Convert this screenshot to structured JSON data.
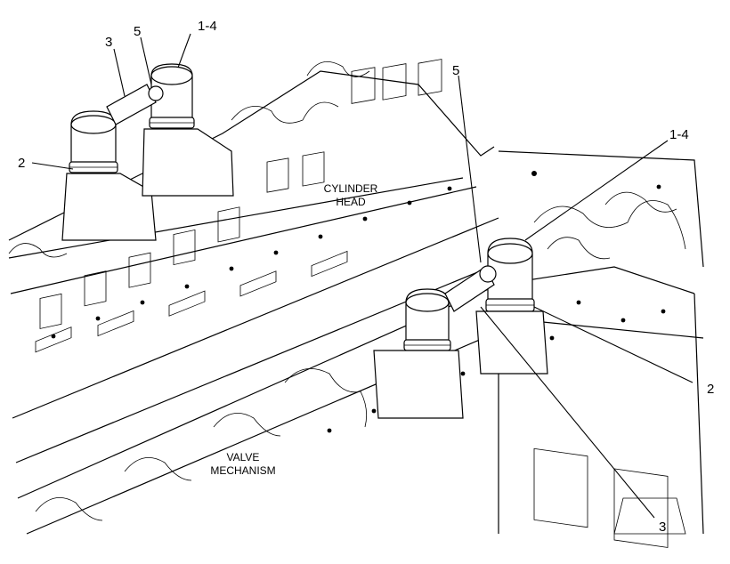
{
  "callouts": {
    "top_left_1_4": "1-4",
    "top_left_5": "5",
    "top_left_3": "3",
    "top_left_2": "2",
    "right_5": "5",
    "right_1_4": "1-4",
    "right_2": "2",
    "bottom_3": "3"
  },
  "regions": {
    "cylinder_head_line1": "CYLINDER",
    "cylinder_head_line2": "HEAD",
    "valve_mechanism_line1": "VALVE",
    "valve_mechanism_line2": "MECHANISM"
  },
  "icons": [
    "air-cleaner-icon",
    "elbow-connector-icon",
    "engine-block-icon"
  ]
}
